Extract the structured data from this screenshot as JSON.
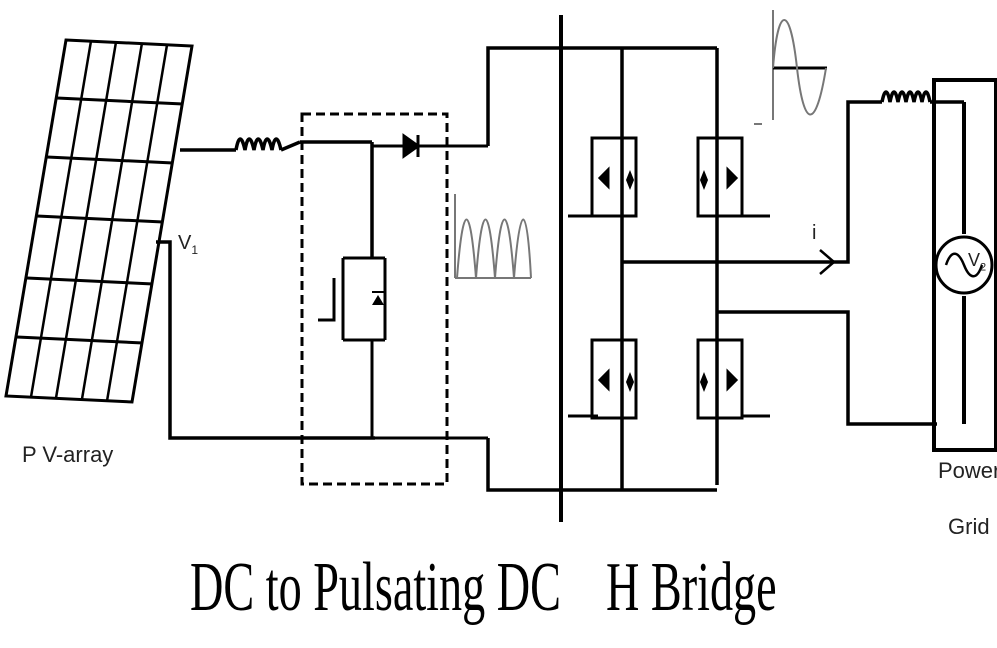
{
  "labels": {
    "pv_array": "P V-array",
    "v1": "V",
    "v1_sub": "1",
    "v2": "V",
    "v2_sub": "2",
    "current": "i",
    "power": "Power",
    "grid": "Grid"
  },
  "captions": {
    "stage1": "DC to Pulsating DC",
    "stage2": "H Bridge"
  },
  "colors": {
    "line": "#000000",
    "waveform": "#777777"
  }
}
